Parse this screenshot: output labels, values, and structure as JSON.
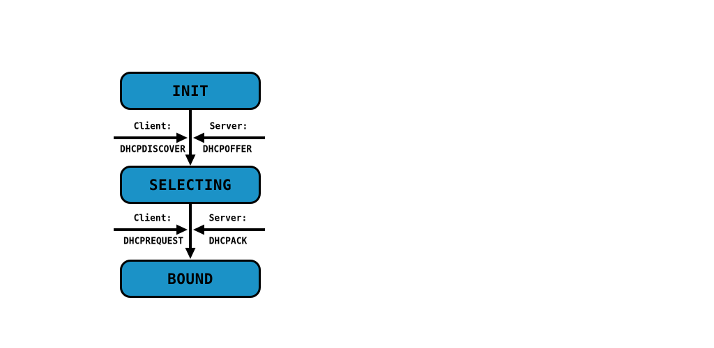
{
  "diagram": {
    "states": [
      {
        "id": "init",
        "label": "INIT"
      },
      {
        "id": "selecting",
        "label": "SELECTING"
      },
      {
        "id": "bound",
        "label": "BOUND"
      }
    ],
    "transitions": [
      {
        "from": "INIT",
        "to": "SELECTING",
        "client_role": "Client:",
        "client_message": "DHCPDISCOVER",
        "server_role": "Server:",
        "server_message": "DHCPOFFER"
      },
      {
        "from": "SELECTING",
        "to": "BOUND",
        "client_role": "Client:",
        "client_message": "DHCPREQUEST",
        "server_role": "Server:",
        "server_message": "DHCPACK"
      }
    ],
    "colors": {
      "state_fill": "#1B92C7",
      "state_border": "#000000",
      "arrow": "#000000",
      "background": "#FFFFFF"
    }
  }
}
